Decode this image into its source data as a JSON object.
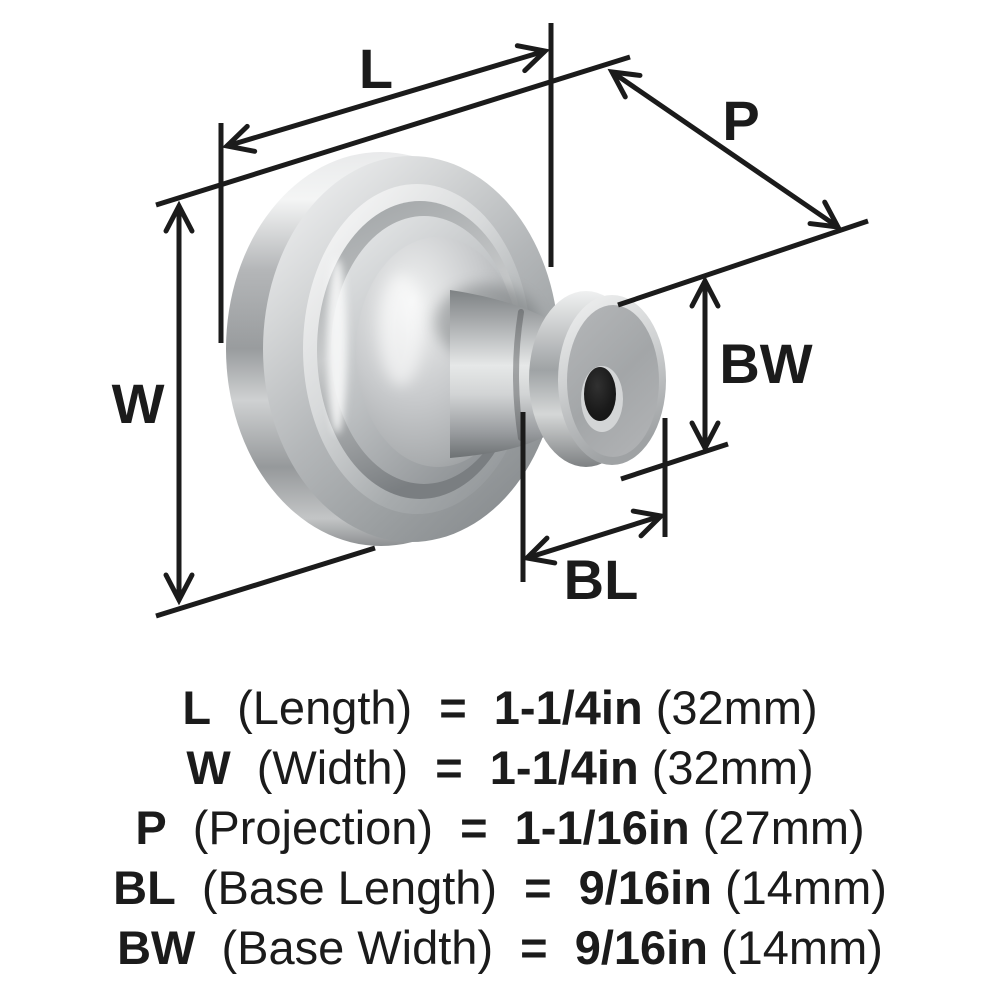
{
  "diagram": {
    "labels": {
      "L": "L",
      "W": "W",
      "P": "P",
      "BL": "BL",
      "BW": "BW"
    },
    "colors": {
      "background": "#ffffff",
      "dimension_line": "#1b1b1b",
      "label_text": "#1b1b1b",
      "metal_highlight": "#f2f3f3",
      "metal_mid": "#b4b7b9",
      "metal_shadow": "#73767a",
      "base_face": "#a6a9ab",
      "screw_hole": "#191919"
    }
  },
  "specs": {
    "equals": "=",
    "rows": [
      {
        "code": "L",
        "name": "(Length)",
        "imperial": "1-1/4in",
        "metric": "(32mm)"
      },
      {
        "code": "W",
        "name": "(Width)",
        "imperial": "1-1/4in",
        "metric": "(32mm)"
      },
      {
        "code": "P",
        "name": "(Projection)",
        "imperial": "1-1/16in",
        "metric": "(27mm)"
      },
      {
        "code": "BL",
        "name": "(Base Length)",
        "imperial": "9/16in",
        "metric": "(14mm)"
      },
      {
        "code": "BW",
        "name": "(Base Width)",
        "imperial": "9/16in",
        "metric": "(14mm)"
      }
    ]
  }
}
